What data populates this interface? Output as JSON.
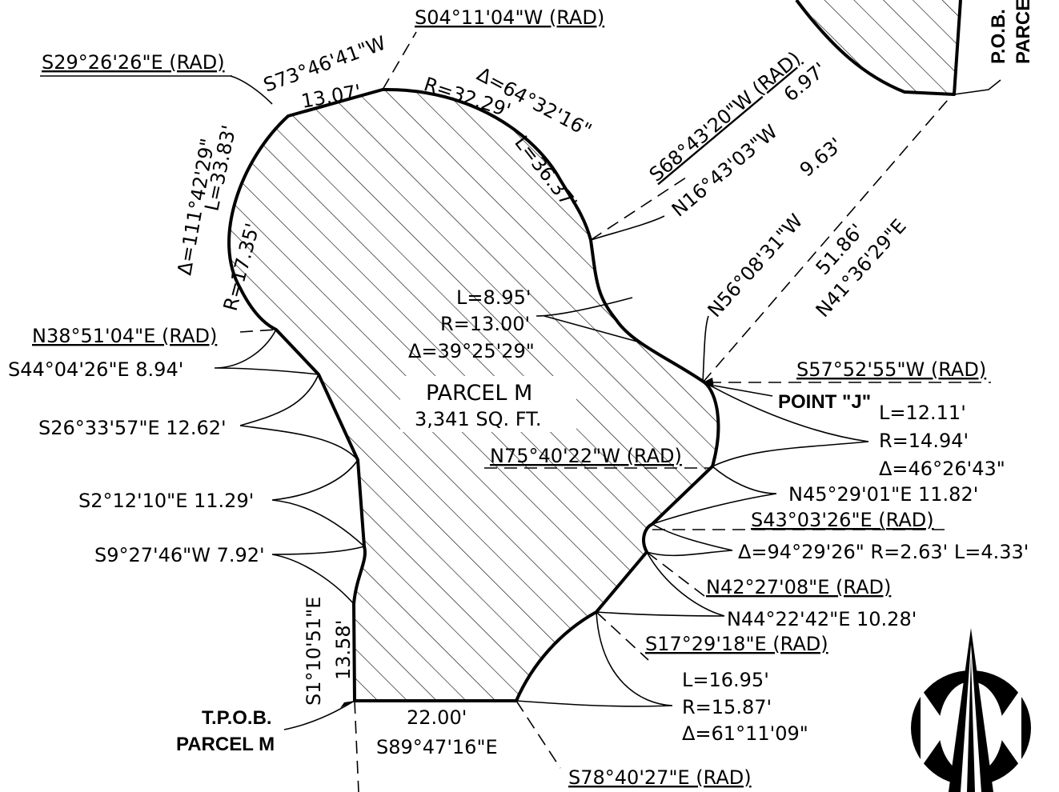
{
  "parcel": {
    "name": "PARCEL M",
    "area": "3,341 SQ. FT."
  },
  "labels": {
    "rad_top": "S04°11'04\"W (RAD)",
    "rad_s29": "S29°26'26\"E (RAD)",
    "course_s73": "S73°46'41\"W",
    "dist_13_07": "13.07'",
    "curve1_delta": "Δ=64°32'16\"",
    "curve1_radius": "R=32.29'",
    "curve1_length": "L=36.37'",
    "rad_s68": "S68°43'20\"W (RAD)",
    "dist_6_97": "6.97'",
    "course_n16": "N16°43'03\"W",
    "dist_9_63": "9.63'",
    "course_n56": "N56°08'31\"W",
    "dist_51_86": "51.86'",
    "course_n41": "N41°36'29\"E",
    "curve_left_delta": "Δ=111°42'29\"",
    "curve_left_length": "L=33.83'",
    "curve_left_radius": "R=17.35'",
    "rad_n38": "N38°51'04\"E (RAD)",
    "course_s44": "S44°04'26\"E   8.94'",
    "curve_mid_length": "L=8.95'",
    "curve_mid_radius": "R=13.00'",
    "curve_mid_delta": "Δ=39°25'29\"",
    "rad_s57": "S57°52'55\"W (RAD)",
    "point_j": "POINT \"J\"",
    "curve_j_length": "L=12.11'",
    "curve_j_radius": "R=14.94'",
    "curve_j_delta": "Δ=46°26'43\"",
    "course_s26": "S26°33'57\"E  12.62'",
    "rad_n75": "N75°40'22\"W (RAD)",
    "course_n45": "N45°29'01\"E    11.82'",
    "rad_s43": "S43°03'26\"E (RAD)",
    "curve_small": "Δ=94°29'26\"  R=2.63'  L=4.33'",
    "course_s2": "S2°12'10\"E  11.29'",
    "course_s9": "S9°27'46\"W  7.92'",
    "rad_n42": "N42°27'08\"E (RAD)",
    "course_n44": "N44°22'42\"E    10.28'",
    "rad_s17": "S17°29'18\"E (RAD)",
    "curve_bot_length": "L=16.95'",
    "curve_bot_radius": "R=15.87'",
    "curve_bot_delta": "Δ=61°11'09\"",
    "course_s1": "S1°10'51\"E",
    "dist_13_58": "13.58'",
    "tpob_line1": "T.P.O.B.",
    "tpob_line2": "PARCEL M",
    "dist_22_00": "22.00'",
    "course_s89": "S89°47'16\"E",
    "rad_s78": "S78°40'27\"E (RAD)",
    "pob_line1": "P.O.B.",
    "pob_line2": "PARCEL"
  }
}
